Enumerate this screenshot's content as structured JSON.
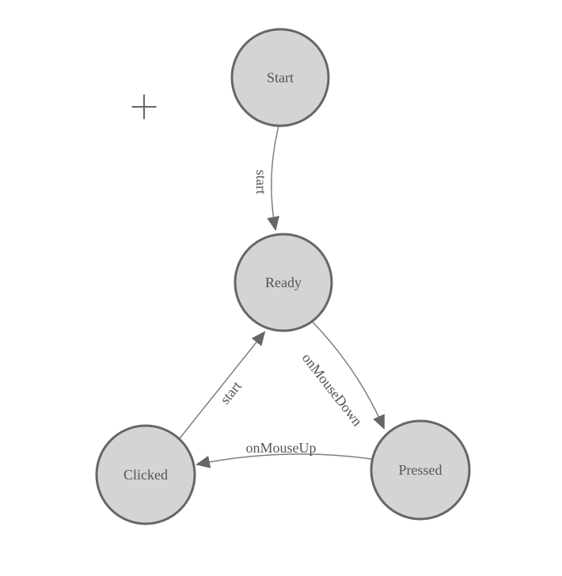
{
  "diagram": {
    "type": "state-machine",
    "nodes": [
      {
        "id": "start",
        "label": "Start"
      },
      {
        "id": "ready",
        "label": "Ready"
      },
      {
        "id": "clicked",
        "label": "Clicked"
      },
      {
        "id": "pressed",
        "label": "Pressed"
      }
    ],
    "edges": [
      {
        "id": "start-to-ready",
        "from": "Start",
        "to": "Ready",
        "label": "start"
      },
      {
        "id": "ready-to-pressed",
        "from": "Ready",
        "to": "Pressed",
        "label": "onMouseDown"
      },
      {
        "id": "clicked-to-ready",
        "from": "Clicked",
        "to": "Ready",
        "label": "start"
      },
      {
        "id": "pressed-to-clicked",
        "from": "Pressed",
        "to": "Clicked",
        "label": "onMouseUp"
      }
    ],
    "icons": {
      "cursor": "plus-crosshair-icon"
    },
    "colors": {
      "background": "#ffffff",
      "node_fill": "#d4d4d4",
      "node_stroke": "#666666",
      "node_text": "#555555",
      "edge_stroke": "#7d7d7d",
      "arrowhead_fill": "#666666",
      "edge_label_text": "#555555",
      "cursor_stroke": "#666666"
    }
  }
}
